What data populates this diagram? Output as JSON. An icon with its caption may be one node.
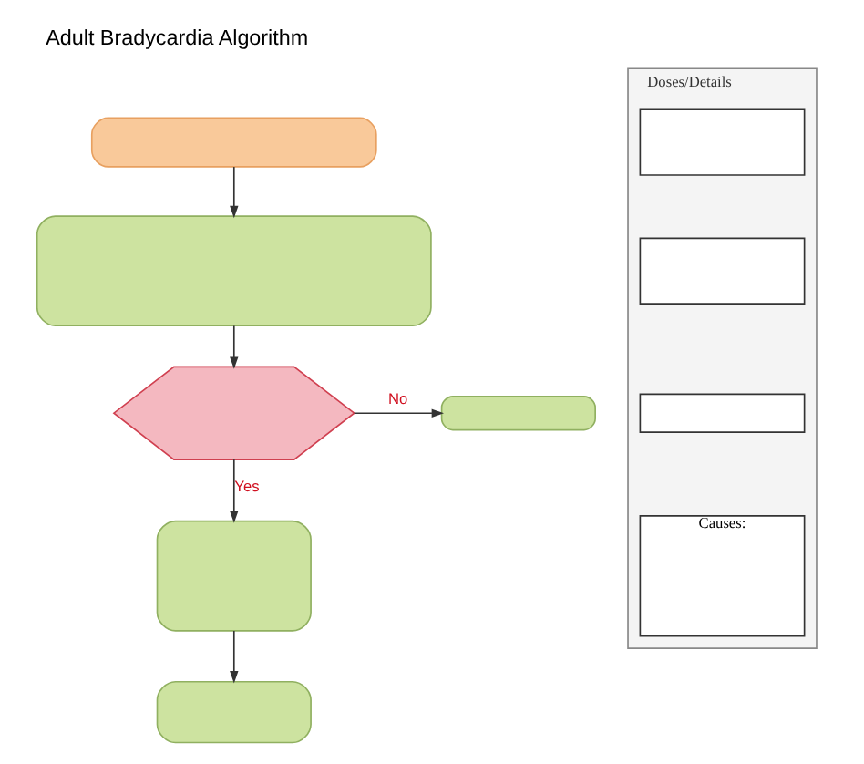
{
  "diagram": {
    "title": "Adult Bradycardia Algorithm",
    "nodes": [
      {
        "text": [],
        "shape": "box"
      },
      {
        "text": [],
        "shape": "box"
      },
      {
        "text": [],
        "shape": "hexagon"
      },
      {
        "text": [],
        "shape": "box"
      },
      {
        "text": [],
        "shape": "box"
      },
      {
        "text": [],
        "shape": "box"
      },
      {
        "text": [
          "Doses/Details"
        ]
      },
      {
        "text": [],
        "shape": "box",
        "in": 6
      },
      {
        "text": [],
        "shape": "box",
        "in": 6
      },
      {
        "text": [],
        "shape": "box",
        "in": 6
      },
      {
        "text": [
          "Causes:"
        ],
        "in": 6
      }
    ],
    "edges": [
      {
        "from": 0,
        "to": 1,
        "arrow": "to"
      },
      {
        "from": 1,
        "to": 2,
        "arrow": "to"
      },
      {
        "from": 2,
        "to": 3,
        "arrow": "to",
        "label": "No"
      },
      {
        "from": 2,
        "to": 4,
        "arrow": "to",
        "label": "Yes"
      },
      {
        "from": 4,
        "to": 5,
        "arrow": "to"
      }
    ]
  }
}
